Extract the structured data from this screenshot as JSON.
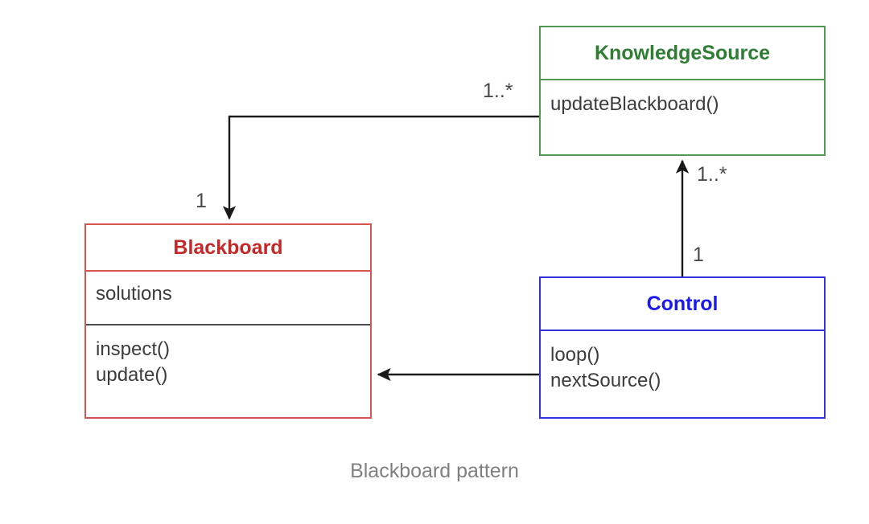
{
  "diagram": {
    "caption": "Blackboard pattern",
    "classes": [
      {
        "id": "knowledge-source",
        "name": "KnowledgeSource",
        "color": "#2e7d32",
        "border_color": "#4e9a51",
        "attributes": [],
        "operations": [
          "updateBlackboard()"
        ]
      },
      {
        "id": "blackboard",
        "name": "Blackboard",
        "color": "#c62828",
        "border_color": "#d4564f",
        "attributes": [
          "solutions"
        ],
        "operations": [
          "inspect()",
          "update()"
        ]
      },
      {
        "id": "control",
        "name": "Control",
        "color": "#1a1aee",
        "border_color": "#3333dd",
        "attributes": [],
        "operations": [
          "loop()",
          "nextSource()"
        ]
      }
    ],
    "associations": [
      {
        "id": "knowledgesource-to-blackboard",
        "from": "KnowledgeSource",
        "to": "Blackboard",
        "source_multiplicity": "1..*",
        "target_multiplicity": "1"
      },
      {
        "id": "control-to-knowledgesource",
        "from": "Control",
        "to": "KnowledgeSource",
        "source_multiplicity": "1",
        "target_multiplicity": "1..*"
      },
      {
        "id": "control-to-blackboard",
        "from": "Control",
        "to": "Blackboard",
        "source_multiplicity": "",
        "target_multiplicity": ""
      }
    ]
  }
}
